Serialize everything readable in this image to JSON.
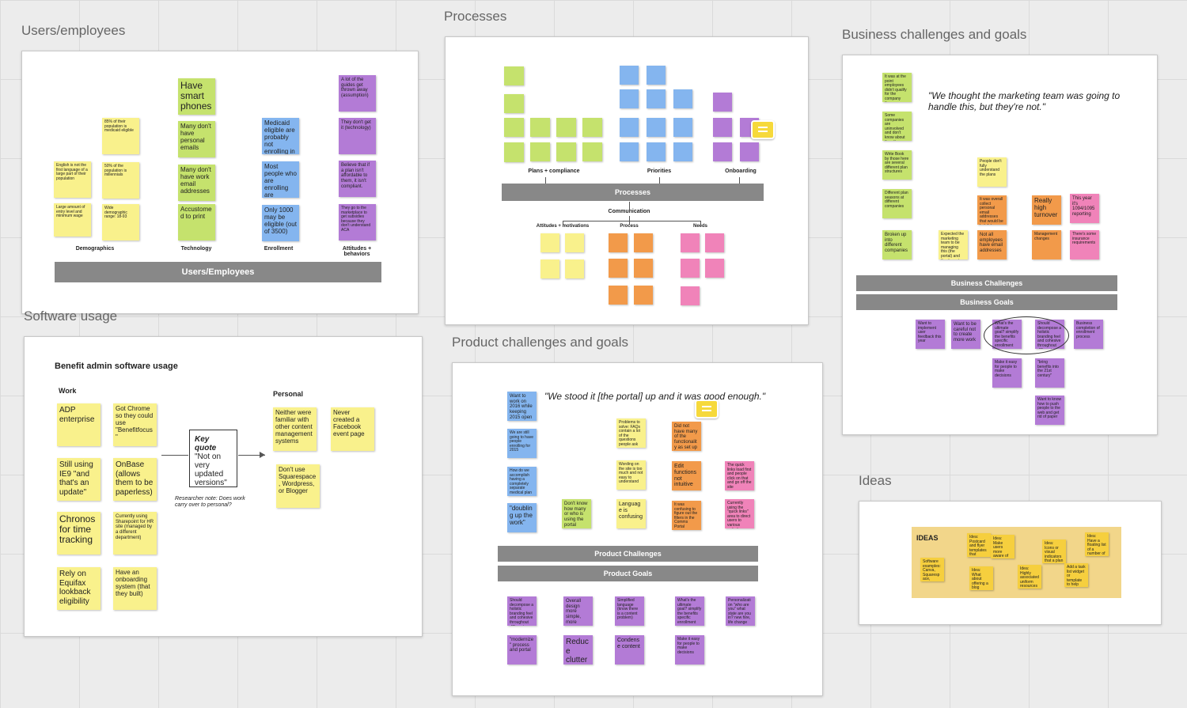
{
  "users": {
    "heading": "Users/employees",
    "bar": "Users/Employees",
    "labels": {
      "demographics": "Demographics",
      "technology": "Technology",
      "enrollment": "Enrollment",
      "attitudes": "Attitudes + behaviors"
    },
    "notes": [
      "English is not the first language of a large part of their population",
      "Large amount of entry level and minimum wage",
      "85% of their population is medicaid eligible",
      "50% of the population is millennials",
      "Wide demographic range: 18-93",
      "Have smart phones",
      "Many don't have personal emails",
      "Many don't have work email addresses",
      "Accustomed to print",
      "Medicaid eligible are probably not enrolling in plans",
      "Most people who are enrolling are salaried people",
      "Only 1000 may be eligible (out of 3500)",
      "A lot of the guides get thrown away (assumption)",
      "They don't get it (technology)",
      "Believe that if a plan isn't affordable to them, it isn't compliant.",
      "They go to the marketplace to get subsidies because they don't understand ACA"
    ]
  },
  "software": {
    "heading": "Software usage",
    "title": "Benefit admin software usage",
    "work_label": "Work",
    "personal_label": "Personal",
    "key_quote_title": "Key quote",
    "key_quote": "\"Not on very updated versions\"",
    "researcher_note": "Researcher note: Does work carry over to personal?",
    "work_notes": [
      "ADP enterprise",
      "Got Chrome so they could use \"Benefitfocus\"",
      "Still using IE9 \"and that's an update\"",
      "OnBase (allows them to be paperless)",
      "Chronos for time tracking",
      "Currently using Sharepoint for HR site (managed by a different department)",
      "Rely on Equifax lookback eligibility",
      "Have an onboarding system (that they built)"
    ],
    "personal_notes": [
      "Neither were familiar with other content management systems",
      "Never created a Facebook event page",
      "Don't use Squarespace, Wordpress, or Blogger"
    ]
  },
  "processes": {
    "heading": "Processes",
    "bar": "Processes",
    "labels": {
      "plans": "Plans + compliance",
      "priorities": "Priorities",
      "onboarding": "Onboarding",
      "communication": "Communication",
      "attitudes": "Attitudes + motivations",
      "process": "Process",
      "needs": "Needs"
    }
  },
  "product": {
    "heading": "Product challenges and goals",
    "quote": "\"We stood it [the portal] up and it was good enough.\"",
    "challenges_bar": "Product Challenges",
    "goals_bar": "Product Goals",
    "notes": [
      "Want to work on 2016 while keeping 2015 open",
      "We are still going to have people enrolling for 2015",
      "How do we accomplish having a completely separate medical plan",
      "\"doubling up the work\"",
      "Don't know how many or who is using the portal",
      "Problems to solve: FAQs contain a lot of the questions people ask",
      "Did not have many of the functionality as set up",
      "Wording on the site is too much and not easy to understand",
      "Edit functions not intuitive",
      "The quick links load first and people click on that and go off the site",
      "Language is confusing",
      "It was confusing to figure out the filters in the Comms Portal",
      "Currently using the \"quick links\" area to direct users to various websites",
      "Should decompose a holistic branding feel and cohesive throughout different companies",
      "Overall design more simple, more modern",
      "Simplified language (know there is a content problem)",
      "What's the ultimate goal? simplify the benefits specific enrollment process",
      "Personalization \"who are you\" what state are you in? new hire, life change",
      "\"modernize\" process and portal",
      "Reduce clutter",
      "Condense content",
      "Make it easy for people to make decisions"
    ]
  },
  "business": {
    "heading": "Business challenges and goals",
    "quote": "\"We thought the marketing team was going to handle this, but they're not.\"",
    "challenges_bar": "Business Challenges",
    "goals_bar": "Business Goals",
    "notes": [
      "It was at the point employees didn't qualify for the company they were",
      "Some companies are uninvolved and don't know about the others",
      "Write Book by those here are several different plan structures",
      "Different plan seasons at different companies",
      "Broken up into different companies",
      "Expected the marketing team to be managing this (the portal) and they're not",
      "People don't fully understand the plans",
      "It was overall collect personal email addresses that would be helpful",
      "Not all employees have email addresses",
      "Really high turnover",
      "Management changes",
      "This year it's 1094/1095 reporting",
      "There's some insurance requirements",
      "Want to implement user feedback this year",
      "Want to be careful not to create more work",
      "What's the ultimate goal? simplify the benefits specific enrollment process",
      "Should decompose a holistic branding feel and cohesive throughout different companies",
      "Business completion of enrollment process",
      "Make it easy for people to make decisions",
      "\"bring benefits into the 21st century\"",
      "Want to know how to push people to the web and get rid of paper"
    ]
  },
  "ideas": {
    "heading": "Ideas",
    "title": "IDEAS",
    "notes": [
      "Software examples: Canva, Squarespace, Wordpress, Blogger",
      "Idea: Postcard and flyer templates that include CTAs and designs",
      "Idea: Make users more aware of logo or brand",
      "Idea: What about offering a blog format (WEP Or a \"bulletin board\" concept)",
      "Idea: Highly associated uniform resources like branch search snapping",
      "Idea: Icons or visual indicators that a plan is ACA compliant",
      "Idea: Have a floating list of a number of enrollment",
      "Add a task list widget or template to help users complete process"
    ]
  },
  "colors": {
    "yellow": "#f9f18c",
    "green": "#c5e26d",
    "blue": "#84b5ef",
    "purple": "#b37bd6",
    "orange": "#f29a4a",
    "pink": "#f083b9"
  },
  "icons": [
    "comment-icon"
  ]
}
